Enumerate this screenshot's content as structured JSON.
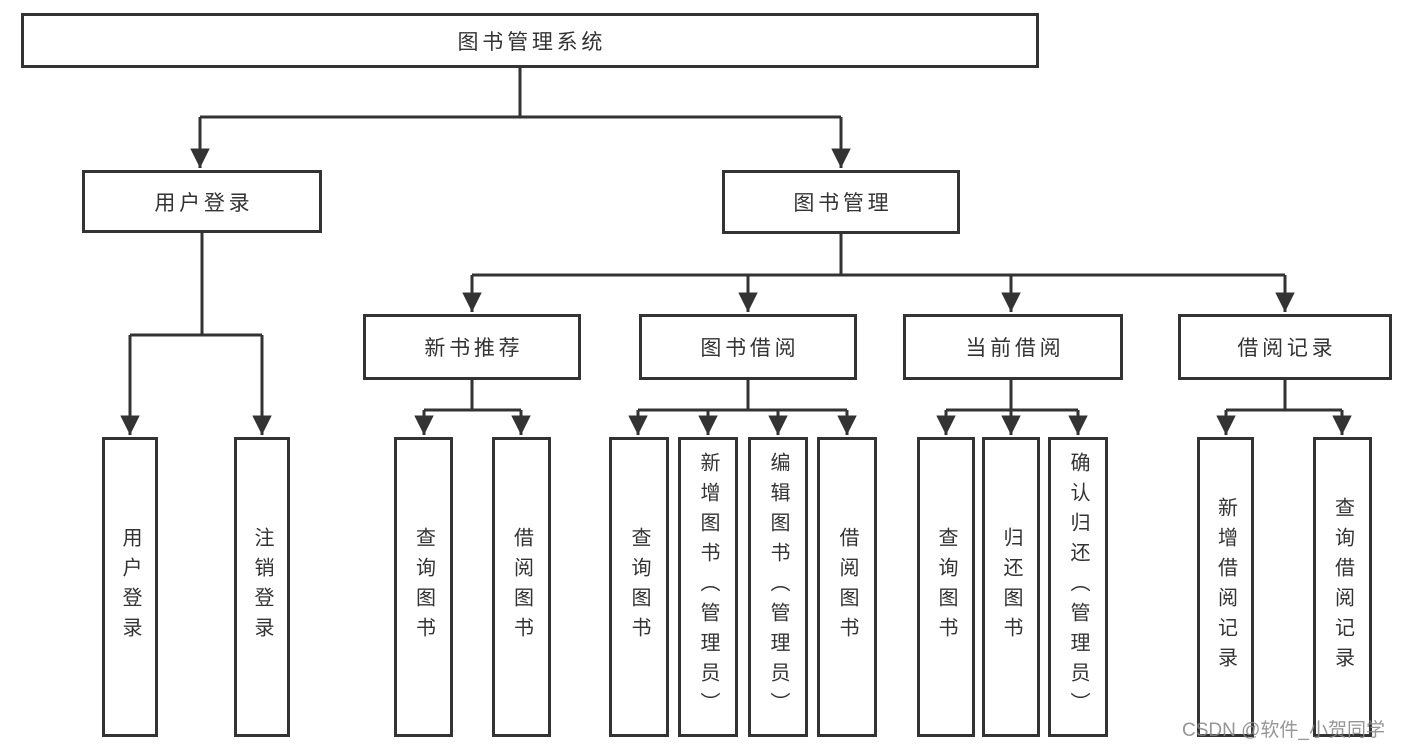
{
  "diagram_title": "图书管理系统",
  "colors": {
    "line": "#333333",
    "text": "#333333",
    "box_fill": "#ffffff",
    "background": "#ffffff",
    "watermark": "#878787"
  },
  "nodes": {
    "root": {
      "label": "图书管理系统"
    },
    "level2": [
      {
        "label": "用户登录"
      },
      {
        "label": "图书管理"
      }
    ],
    "level3": [
      {
        "label": "新书推荐"
      },
      {
        "label": "图书借阅"
      },
      {
        "label": "当前借阅"
      },
      {
        "label": "借阅记录"
      }
    ],
    "leaves": [
      {
        "label": "用户登录"
      },
      {
        "label": "注销登录"
      },
      {
        "label": "查询图书"
      },
      {
        "label": "借阅图书"
      },
      {
        "label": "查询图书"
      },
      {
        "label": "新增图书（管理员）"
      },
      {
        "label": "编辑图书（管理员）"
      },
      {
        "label": "借阅图书"
      },
      {
        "label": "查询图书"
      },
      {
        "label": "归还图书"
      },
      {
        "label": "确认归还（管理员）"
      },
      {
        "label": "新增借阅记录"
      },
      {
        "label": "查询借阅记录"
      }
    ]
  },
  "watermark": {
    "text": "CSDN @软件_小贺同学"
  }
}
